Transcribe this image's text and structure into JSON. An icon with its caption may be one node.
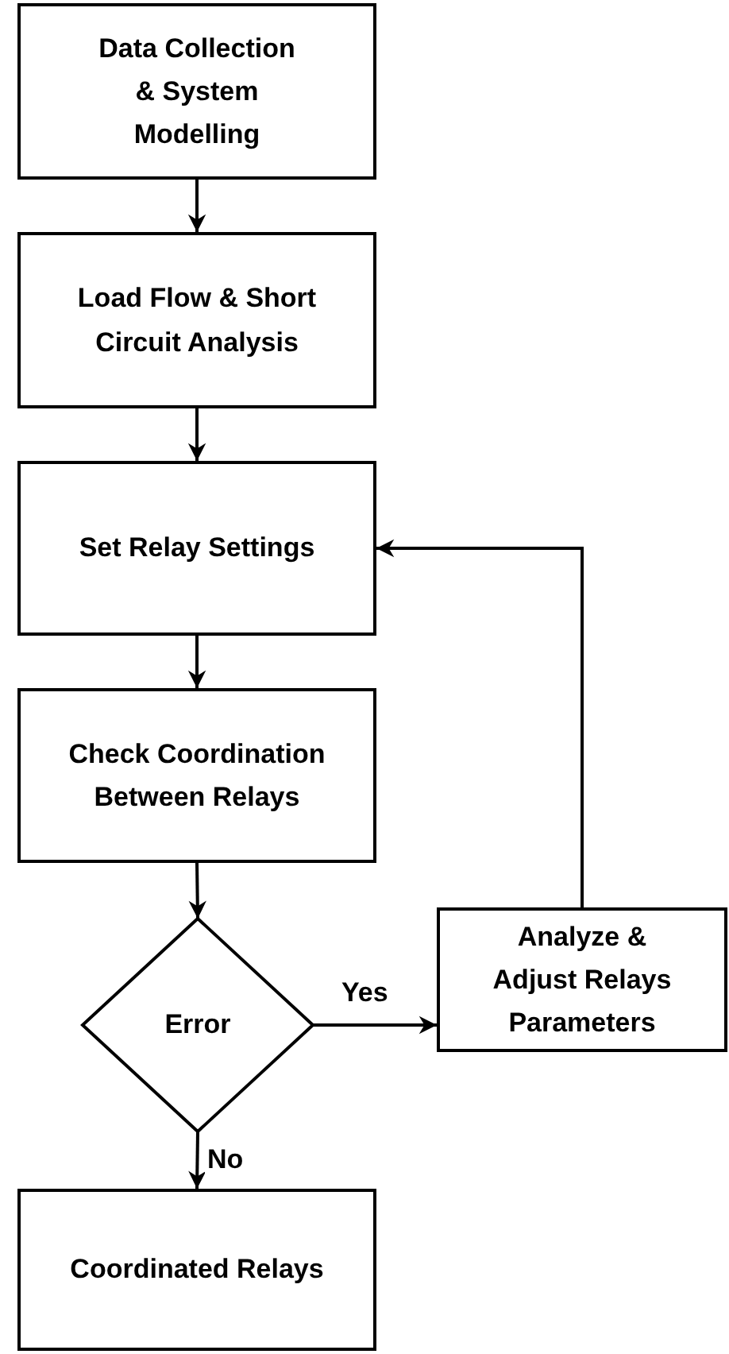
{
  "diagram": {
    "nodes": [
      {
        "text": [
          "Data Collection & System Modelling"
        ]
      },
      {
        "text": [
          "Load Flow & Short Circuit Analysis"
        ]
      },
      {
        "text": [
          "Set Relay Settings"
        ]
      },
      {
        "text": [
          "Check Coordination Between Relays"
        ]
      },
      {
        "text": [
          "Error"
        ]
      },
      {
        "text": [
          "Analyze & Adjust Relays Parameters"
        ]
      },
      {
        "text": [
          "Coordinated Relays"
        ]
      }
    ],
    "edges": [
      {
        "from": 0,
        "to": 1,
        "arrow": "to"
      },
      {
        "from": 1,
        "to": 2,
        "arrow": "to"
      },
      {
        "from": 2,
        "to": 3,
        "arrow": "to"
      },
      {
        "from": 3,
        "to": 4,
        "arrow": "to"
      },
      {
        "from": 4,
        "to": 5,
        "arrow": "to",
        "label": "Yes"
      },
      {
        "from": 5,
        "to": 2,
        "arrow": "to"
      },
      {
        "from": 4,
        "to": 6,
        "arrow": "to",
        "label": "No"
      }
    ]
  }
}
